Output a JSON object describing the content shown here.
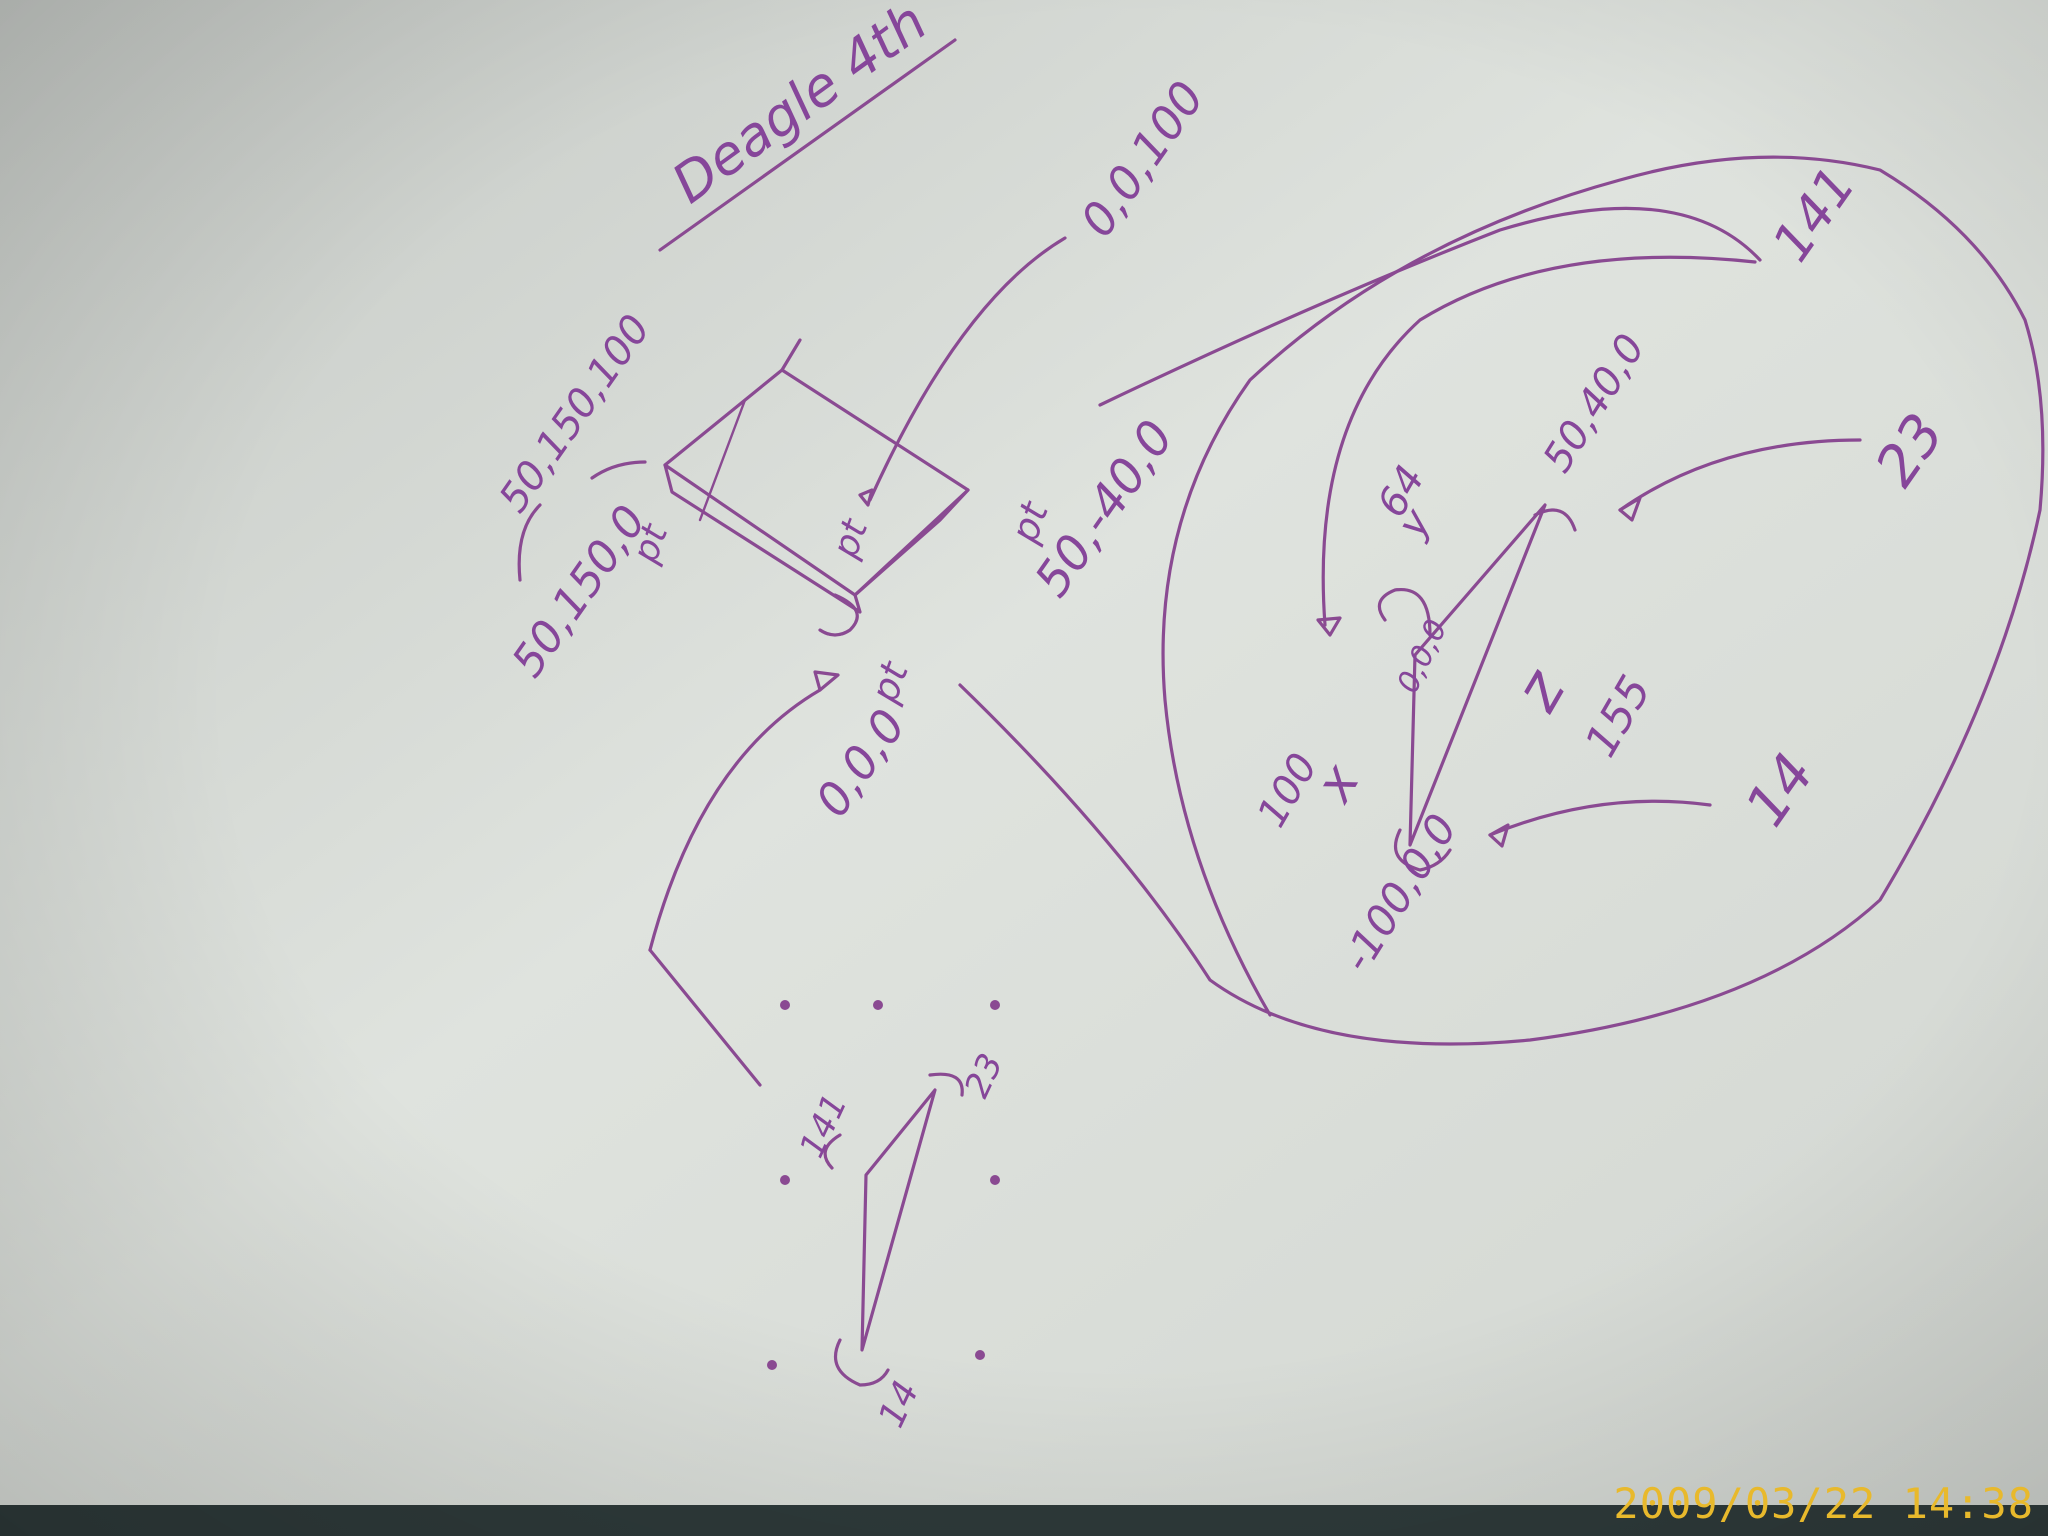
{
  "colors": {
    "ink": "#8a4a92",
    "paper": "#d9ddd8",
    "stamp": "#e8b92c"
  },
  "title": "Deagle 4th",
  "box_labels": {
    "top_left": "50,150,100",
    "bottom_left": "50,150,0",
    "back": "0,0,100",
    "right": "50,-40,0",
    "origin": "0,0,0",
    "pt": "pt"
  },
  "triangle": {
    "vertex_top": "50,40,0",
    "vertex_bottom": "-100,0,0",
    "vertex_center": "0,0,0",
    "angle_top_note": "23",
    "angle_bottom_note": "14",
    "angle_center_note": "141",
    "side_y_value": "64",
    "side_y_letter": "y",
    "side_x_value": "100",
    "side_x_letter": "x",
    "side_z_value": "155",
    "side_z_letter": "z"
  },
  "small_triangle": {
    "label_left": "141",
    "label_top": "23",
    "label_bottom": "14"
  },
  "timestamp": "2009/03/22 14:38"
}
